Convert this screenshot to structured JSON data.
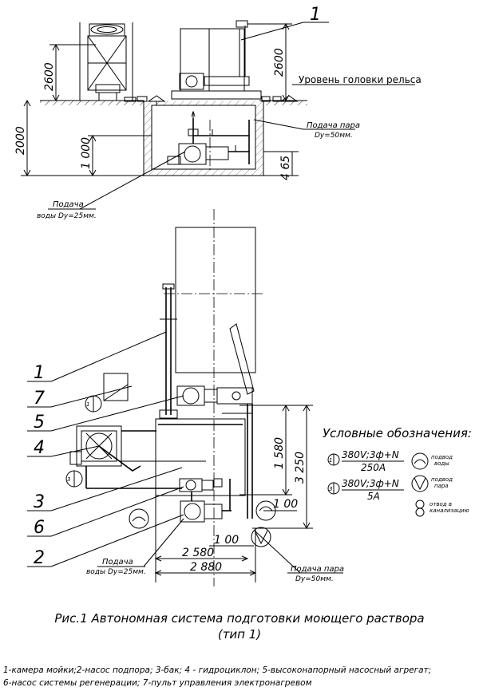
{
  "diagram": {
    "top_view": {
      "callout_number": "1",
      "rail_level_label": "Уровень головки рельса",
      "dim_height_left": "2600",
      "dim_height_right": "2600",
      "dim_pit_depth": "2000",
      "dim_water_level": "1 000",
      "dim_bottom": "4 65",
      "steam_supply_label": "Подача пара",
      "steam_supply_diameter": "Dу=50мм.",
      "water_supply_label": "Подача",
      "water_supply_diameter": "воды Dу=25мм."
    },
    "plan_view": {
      "callouts": [
        "1",
        "7",
        "5",
        "4",
        "3",
        "6",
        "2"
      ],
      "dim_1580": "1 580",
      "dim_3250": "3 250",
      "dim_100_right": "1 00",
      "dim_100_bottom": "1 00",
      "dim_2580": "2 580",
      "dim_2880": "2 880",
      "water_supply_label": "Подача",
      "water_supply_diameter": "воды Dу=25мм.",
      "steam_supply_label": "Подача пара",
      "steam_supply_diameter": "Dу=50мм.",
      "panel_marker_1": "1",
      "panel_marker_3": "3"
    },
    "legend_box": {
      "title": "Условные обозначения:",
      "item1_num": "1",
      "item1_top": "380V;3ф+N",
      "item1_bottom": "250A",
      "item2_num": "3",
      "item2_top": "380V;3ф+N",
      "item2_bottom": "5A",
      "water_label_1": "подвод",
      "water_label_2": "воды",
      "steam_label_1": "подвод",
      "steam_label_2": "пара",
      "drain_label_1": "отвод в",
      "drain_label_2": "канализацию"
    }
  },
  "caption": {
    "line1": "Рис.1 Автономная система подготовки моющего раствора",
    "line2": "(тип 1)"
  },
  "footnote": {
    "line1": "1-камера мойки;2-насос подпора;  3-бак; 4 - гидроциклон;  5-высоконапорный насосный агрегат;",
    "line2": "6-насос системы регенерации;   7-пульт управления электронагревом"
  }
}
